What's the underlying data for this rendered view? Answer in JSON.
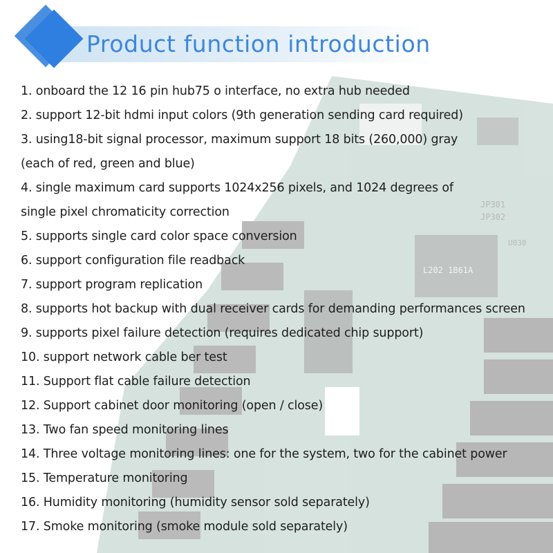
{
  "header": {
    "title": "Product function introduction",
    "accent_color": "#2f7fe0"
  },
  "board_labels": {
    "jp301": "JP301",
    "jp302": "JP302",
    "chip": "L202 1B61A",
    "conn": "U030"
  },
  "features": [
    "1. onboard the 12 16 pin hub75 o interface, no extra hub needed",
    "2. support 12-bit hdmi input colors (9th generation sending card required)",
    "3. using18-bit signal processor, maximum support 18 bits (260,000) gray",
    "(each of red, green and blue)",
    "4. single maximum card supports 1024x256 pixels, and 1024 degrees of",
    "single pixel chromaticity correction",
    "5. supports single card color space conversion",
    "6. support configuration file readback",
    "7. support program replication",
    "8. supports hot backup with dual receiver cards for demanding performances screen",
    "9. supports pixel failure detection (requires dedicated chip support)",
    "10. support network cable ber test",
    "11. Support flat cable failure detection",
    "12. Support cabinet door monitoring (open / close)",
    "13. Two fan speed monitoring lines",
    "14. Three voltage monitoring lines: one for the system, two for the cabinet power",
    "15. Temperature monitoring",
    "16. Humidity monitoring (humidity sensor sold separately)",
    "17. Smoke monitoring (smoke module sold separately)"
  ]
}
